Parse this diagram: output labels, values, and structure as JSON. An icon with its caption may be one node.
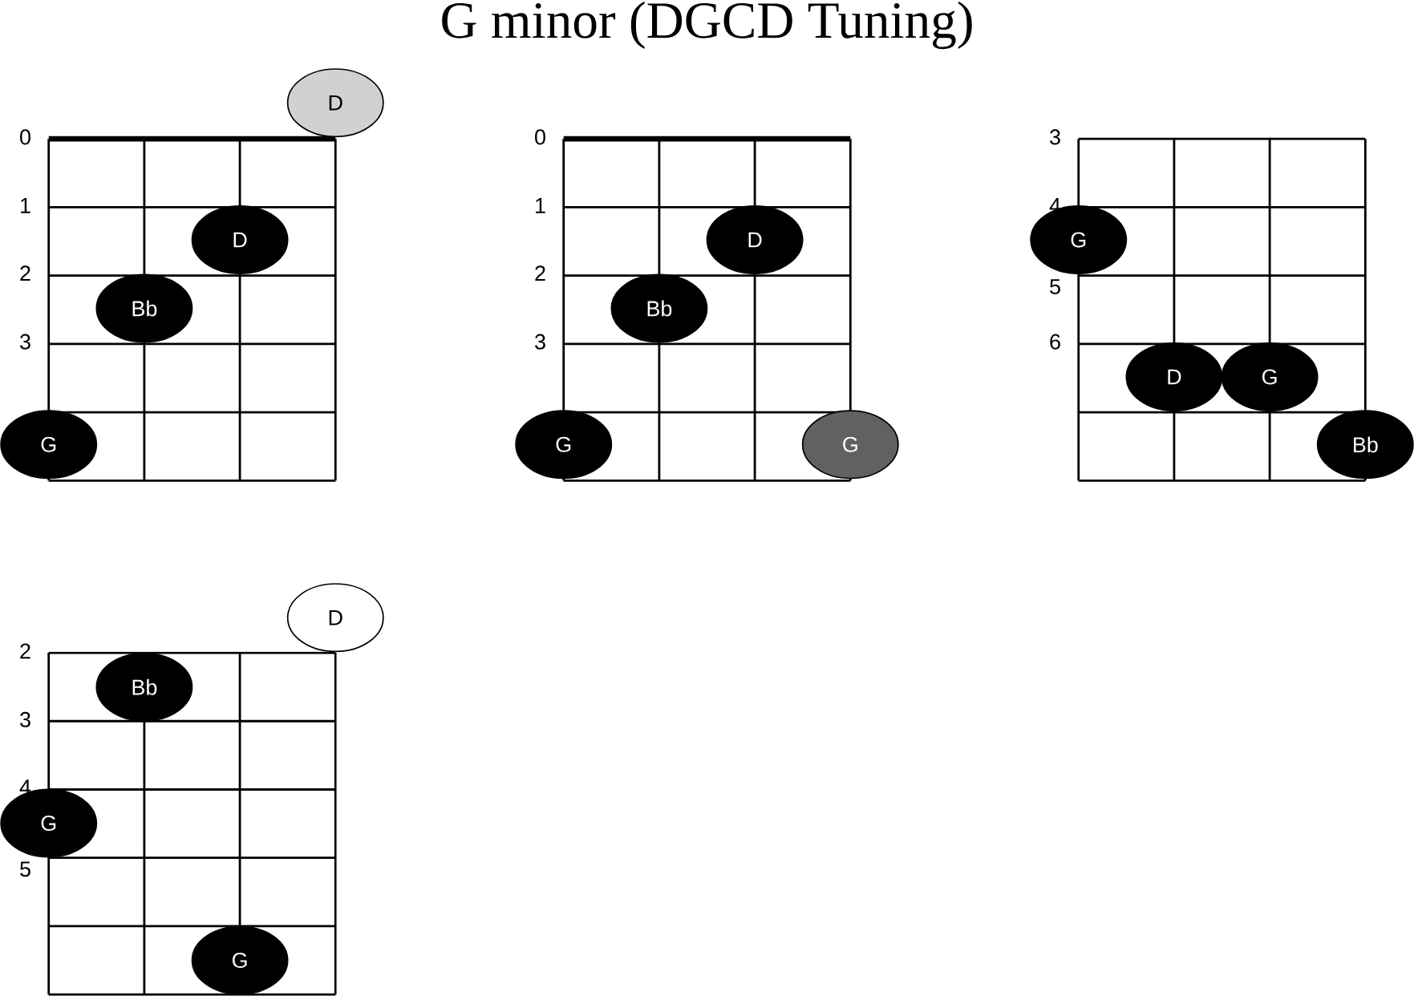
{
  "diagram": {
    "title": "G minor (DGCD Tuning)",
    "nodes": [
      {
        "text": [
          "D"
        ]
      },
      {
        "text": [
          "D"
        ]
      },
      {
        "text": [
          "Bb"
        ]
      },
      {
        "text": [
          "G"
        ]
      },
      {
        "text": [
          "D"
        ]
      },
      {
        "text": [
          "Bb"
        ]
      },
      {
        "text": [
          "G"
        ]
      },
      {
        "text": [
          "G"
        ]
      },
      {
        "text": [
          "G"
        ]
      },
      {
        "text": [
          "D"
        ]
      },
      {
        "text": [
          "G"
        ]
      },
      {
        "text": [
          "Bb"
        ]
      },
      {
        "text": [
          "D"
        ]
      },
      {
        "text": [
          "Bb"
        ]
      },
      {
        "text": [
          "G"
        ]
      },
      {
        "text": [
          "G"
        ]
      }
    ],
    "labels": [
      "0",
      "1",
      "2",
      "3",
      "0",
      "1",
      "2",
      "3",
      "3",
      "4",
      "5",
      "6",
      "2",
      "3",
      "4",
      "5"
    ]
  }
}
